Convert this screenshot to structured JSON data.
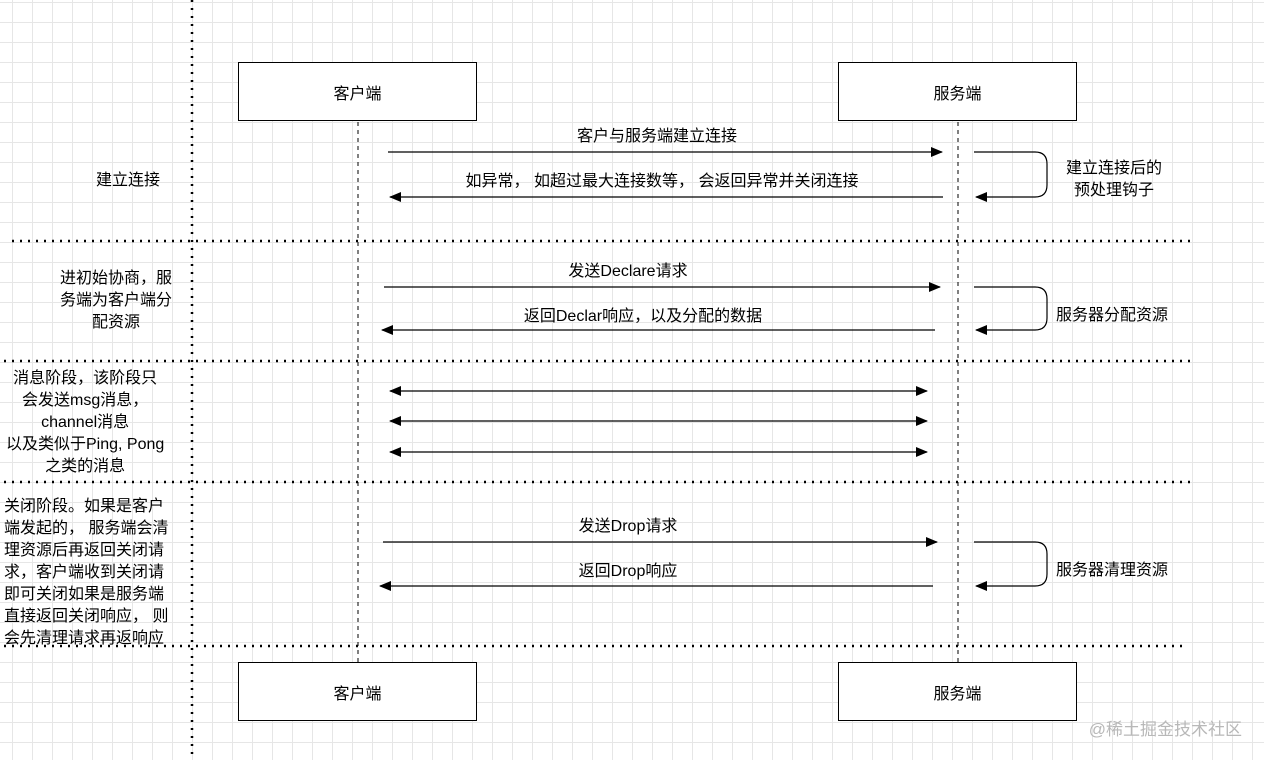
{
  "participants": {
    "client": "客户端",
    "server": "服务端"
  },
  "sections": {
    "connect": {
      "label": "建立连接",
      "msg_request": "客户与服务端建立连接",
      "msg_response": "如异常， 如超过最大连接数等， 会返回异常并关闭连接",
      "note_lines": [
        "建立连接后的",
        "预处理钩子"
      ]
    },
    "negotiate": {
      "label_lines": [
        "进初始协商，服",
        "务端为客户端分",
        "配资源"
      ],
      "msg_request": "发送Declare请求",
      "msg_response": "返回Declar响应，以及分配的数据",
      "note": "服务器分配资源"
    },
    "message": {
      "label_lines": [
        "消息阶段，该阶段只",
        "会发送msg消息，",
        "channel消息",
        "以及类似于Ping, Pong",
        "之类的消息"
      ]
    },
    "close": {
      "label_lines": [
        "关闭阶段。如果是客户",
        "端发起的， 服务端会清",
        "理资源后再返回关闭请",
        "求，客户端收到关闭请",
        "即可关闭如果是服务端",
        "直接返回关闭响应， 则",
        "会先清理请求再返响应"
      ],
      "msg_request": "发送Drop请求",
      "msg_response": "返回Drop响应",
      "note": "服务器清理资源"
    }
  },
  "watermark": "@稀土掘金技术社区"
}
